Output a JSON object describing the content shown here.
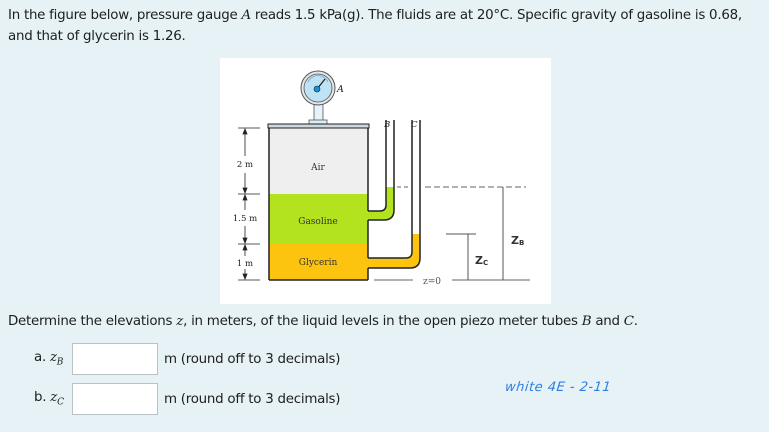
{
  "problem": {
    "intro_part1": "In the figure below, pressure gauge ",
    "gauge_symbol": "A",
    "intro_part2": " reads 1.5 kPa(g). The fluids are at 20°C. Specific gravity of gasoline is 0.68, and that of glycerin is 1.26.",
    "question_part1": "Determine the elevations ",
    "z_symbol": "z",
    "question_part2": ", in meters, of the liquid levels in the open piezo meter tubes ",
    "tube_b": "B",
    "question_and": " and ",
    "tube_c": "C",
    "question_end": "."
  },
  "figure": {
    "gauge_label": "A",
    "tube_b_label": "B",
    "tube_c_label": "C",
    "layer_air": "Air",
    "layer_gasoline": "Gasoline",
    "layer_glycerin": "Glycerin",
    "dim_air": "2 m",
    "dim_gasoline": "1.5 m",
    "dim_glycerin": "1 m",
    "datum_label": "z=0",
    "zb_label": "Z",
    "zb_sub": "B",
    "zc_label": "Z",
    "zc_sub": "C",
    "colors": {
      "air": "#efefef",
      "gasoline": "#b3e21f",
      "glycerin": "#fcc30f",
      "gauge_face": "#bfe3f5",
      "needle": "#1a8fd1"
    }
  },
  "answers": [
    {
      "prefix": "a. ",
      "var": "z",
      "sub": "B",
      "value": "",
      "suffix": "m (round off to 3 decimals)"
    },
    {
      "prefix": "b. ",
      "var": "z",
      "sub": "C",
      "value": "",
      "suffix": "m (round off to 3 decimals)"
    }
  ],
  "annotation": {
    "handwritten_note": "white 4E - 2-11"
  }
}
